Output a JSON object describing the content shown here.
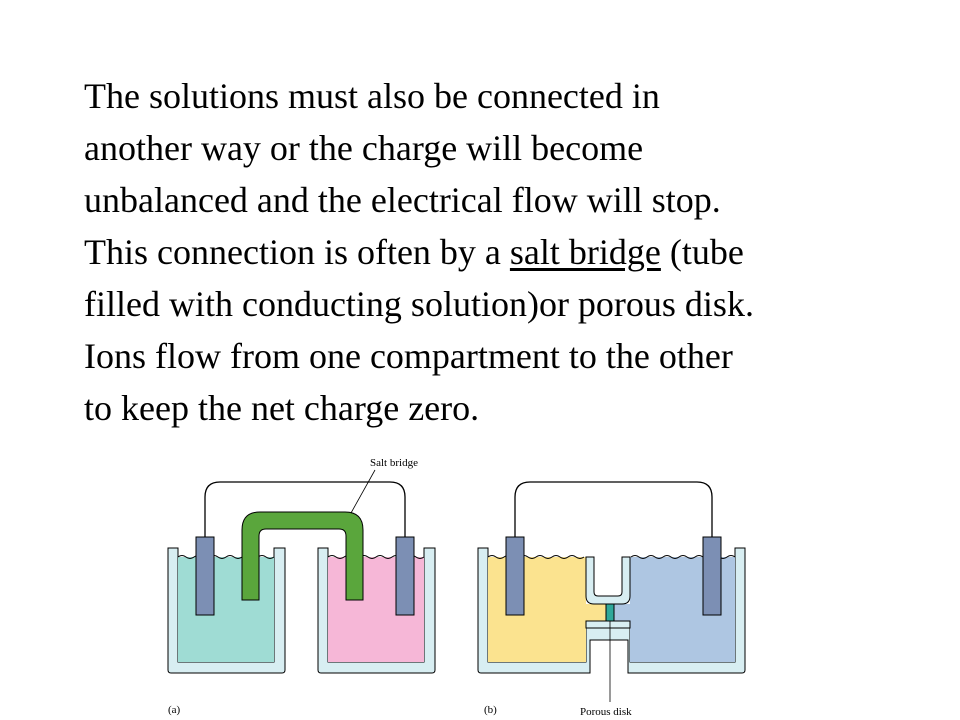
{
  "paragraph": {
    "line1": "The solutions must also be connected in",
    "line2": "another way or the charge will become",
    "line3": "unbalanced and the electrical flow will stop.",
    "line4_before": "This connection is often by a ",
    "line4_link": "salt bridge",
    "line4_after": " (tube",
    "line5": "filled with conducting solution)or porous disk.",
    "line6": "Ions flow from one compartment to the other",
    "line7": "to keep the net charge zero."
  },
  "figure": {
    "salt_bridge_label": "Salt bridge",
    "porous_disk_label": "Porous disk",
    "panel_a_label": "(a)",
    "panel_b_label": "(b)",
    "colors": {
      "left_solution_a": "#9fdcd4",
      "right_solution_a": "#f6b7d7",
      "left_solution_b": "#fbe38f",
      "right_solution_b": "#aec6e2",
      "salt_bridge": "#5aa63c",
      "electrode": "#7c8fb4",
      "porous_disk": "#2fa89a",
      "container_wall": "#d8eef2"
    }
  }
}
